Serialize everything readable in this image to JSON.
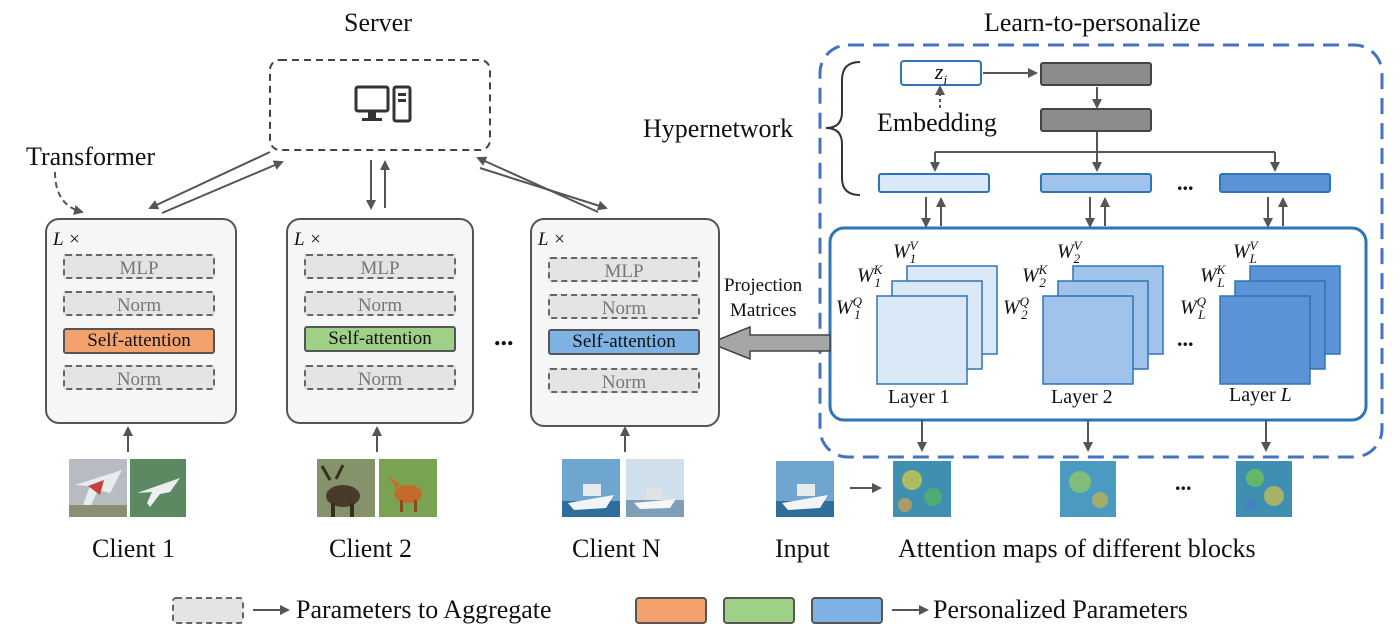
{
  "titles": {
    "server": "Server",
    "learn": "Learn-to-personalize",
    "transformer": "Transformer",
    "hypernetwork": "Hypernetwork",
    "embedding": "Embedding",
    "z_var": "z",
    "z_sub": "i"
  },
  "clients": [
    {
      "label": "Client 1",
      "lx": "L ×",
      "mlp": "MLP",
      "norm": "Norm",
      "self_attention": "Self-attention",
      "norm2": "Norm",
      "sa_color": "#f3a26d"
    },
    {
      "label": "Client 2",
      "lx": "L ×",
      "mlp": "MLP",
      "norm": "Norm",
      "self_attention": "Self-attention",
      "norm2": "Norm",
      "sa_color": "#9fd088"
    },
    {
      "label": "Client N",
      "lx": "L ×",
      "mlp": "MLP",
      "norm": "Norm",
      "self_attention": "Self-attention",
      "norm2": "Norm",
      "sa_color": "#7eb2e4"
    }
  ],
  "ellipsis": "...",
  "projection": {
    "line1": "Projection",
    "line2": "Matrices"
  },
  "layers": [
    {
      "label": "Layer 1",
      "v": "V",
      "k": "K",
      "q": "Q",
      "idx": "1",
      "color": "#dbe8f7"
    },
    {
      "label": "Layer 2",
      "v": "V",
      "k": "K",
      "q": "Q",
      "idx": "2",
      "color": "#9fc3ea"
    },
    {
      "label_prefix": "Layer ",
      "label_var": "L",
      "v": "V",
      "k": "K",
      "q": "Q",
      "idx": "L",
      "color": "#5b93d6"
    }
  ],
  "w_symbol": "W",
  "bottom": {
    "input": "Input",
    "attention_maps": "Attention maps of different blocks"
  },
  "legend": {
    "aggregate": "Parameters to Aggregate",
    "personalized": "Personalized Parameters",
    "colors": [
      "#f3a26d",
      "#9fd088",
      "#7eb2e4"
    ]
  },
  "colors": {
    "dashed_blue": "#4472c4",
    "solid_blue": "#2e75b6",
    "gray_block": "#8c8c8c",
    "arrow": "#555555"
  }
}
